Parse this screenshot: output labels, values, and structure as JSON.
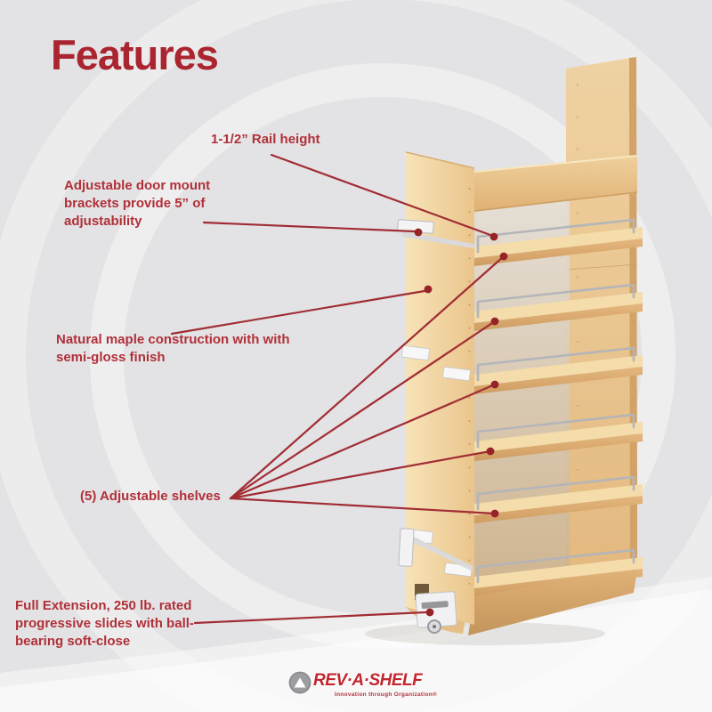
{
  "title": {
    "text": "Features"
  },
  "callouts": {
    "rail_height": {
      "lines": [
        "1-1/2” Rail height"
      ]
    },
    "door_mount": {
      "lines": [
        "Adjustable door mount",
        "brackets provide 5” of",
        "adjustability"
      ]
    },
    "maple": {
      "lines": [
        "Natural maple construction with with",
        "semi-gloss finish"
      ]
    },
    "shelves": {
      "lines": [
        "(5) Adjustable shelves"
      ]
    },
    "slides": {
      "lines": [
        "Full Extension, 250 lb. rated",
        "progressive slides with ball-",
        "bearing soft-close"
      ]
    }
  },
  "product": {
    "shelf_count": 5,
    "description": "pull-out wood pantry organizer with chrome rails"
  },
  "logo": {
    "brand": "REV·A·SHELF",
    "tagline": "Innovation through Organization®"
  },
  "colors": {
    "background": "#e3e3e5",
    "accent_red": "#ab2530",
    "callout_red": "#b13038",
    "line_red": "#a12d34",
    "dot_red": "#972329",
    "wood_light": "#f3d9a6",
    "wood_edge": "#d3a367",
    "chrome": "#b4b5b9",
    "logo_red": "#c1272d"
  }
}
